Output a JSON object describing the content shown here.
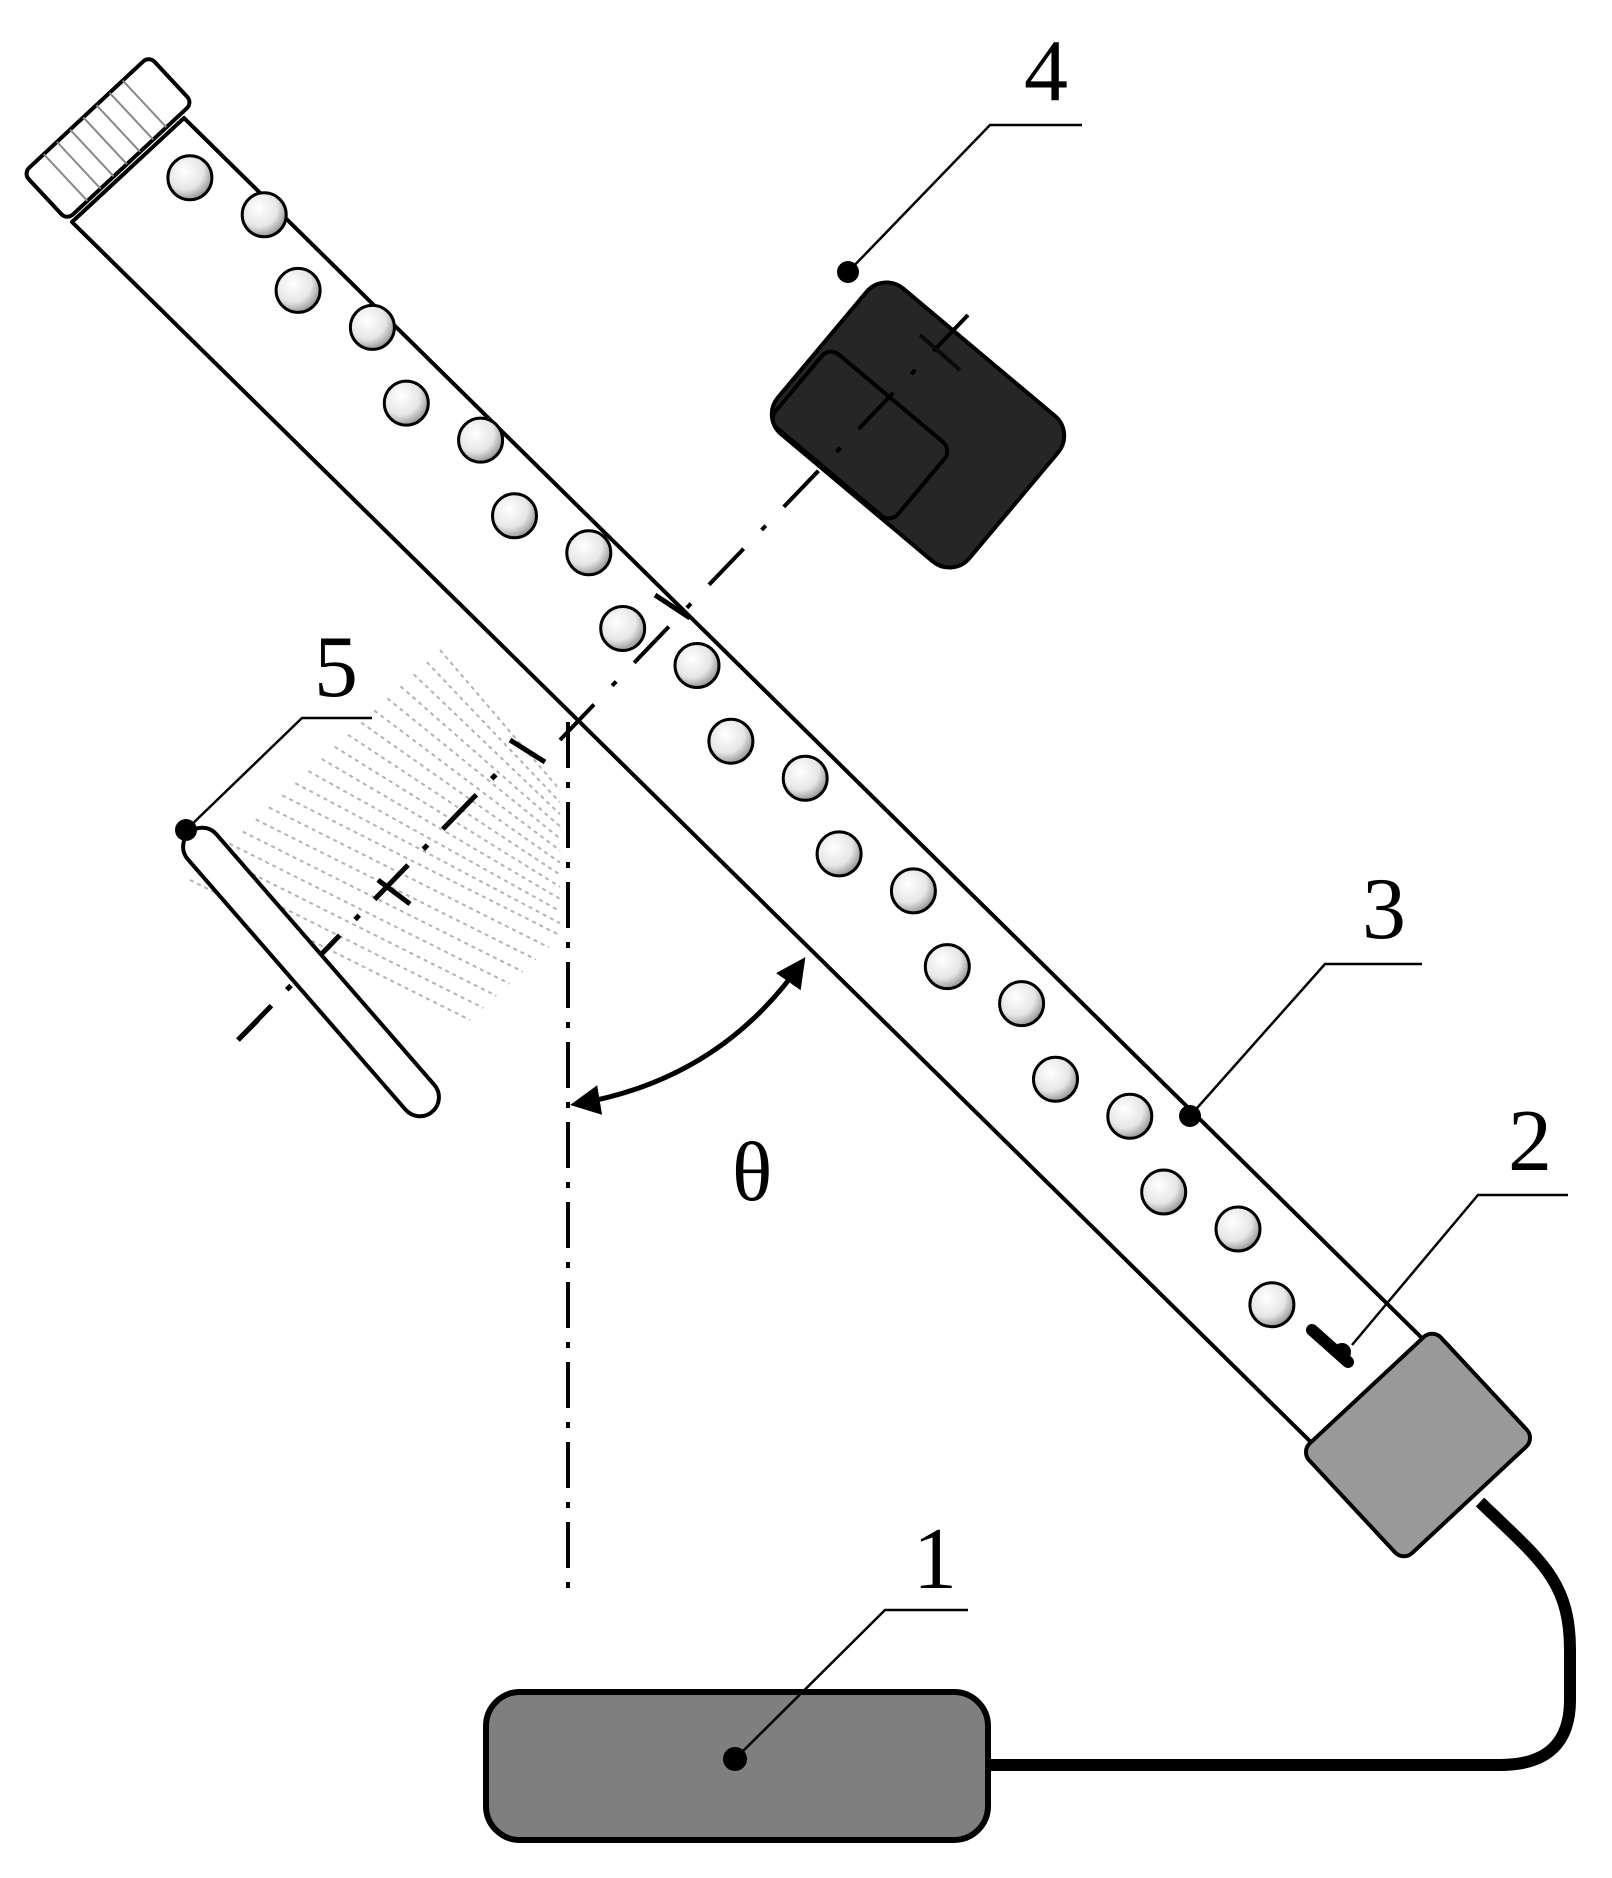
{
  "labels": {
    "source": "1",
    "gas_inlet": "2",
    "bubble_column": "3",
    "camera": "4",
    "light_panel": "5"
  },
  "angle_symbol": "θ",
  "colors": {
    "ink": "#000000",
    "tube_fill": "#ffffff",
    "camera_body": "#262626",
    "source_body": "#7f7f7f",
    "connector_body": "#999999",
    "hatch": "#b3b3b3"
  },
  "bubble_count": 21
}
